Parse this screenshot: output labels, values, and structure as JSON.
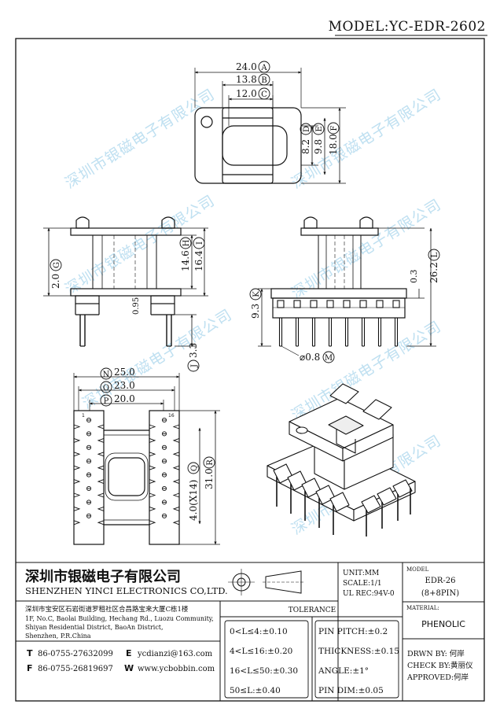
{
  "header": {
    "model": "MODEL:YC-EDR-2602"
  },
  "watermark": "深圳市银磁电子有限公司",
  "dims": {
    "top": [
      {
        "v": "24.0",
        "l": "A"
      },
      {
        "v": "13.8",
        "l": "B"
      },
      {
        "v": "12.0",
        "l": "C"
      },
      {
        "v": "8.2",
        "l": "D"
      },
      {
        "v": "9.8",
        "l": "E"
      },
      {
        "v": "18.0",
        "l": "F"
      }
    ],
    "front": [
      {
        "v": "2.0",
        "l": "G"
      },
      {
        "v": "14.6",
        "l": "H"
      },
      {
        "v": "16.4",
        "l": "I"
      },
      {
        "v": "3.3",
        "l": "J"
      },
      {
        "v": "0.95",
        "l": ""
      }
    ],
    "side": [
      {
        "v": "26.2",
        "l": "L"
      },
      {
        "v": "9.3",
        "l": "K"
      },
      {
        "v": "0.3",
        "l": ""
      },
      {
        "v": "⌀0.8",
        "l": "M"
      }
    ],
    "bottom": [
      {
        "v": "25.0",
        "l": "N"
      },
      {
        "v": "23.0",
        "l": "O"
      },
      {
        "v": "20.0",
        "l": "P"
      },
      {
        "v": "4.0(X14)",
        "l": "Q"
      },
      {
        "v": "31.0",
        "l": "R"
      }
    ],
    "pin_marks": {
      "a": "1",
      "b": "16"
    }
  },
  "company": {
    "cn_name": "深圳市银磁电子有限公司",
    "en_name": "SHENZHEN YINCI ELECTRONICS CO,LTD.",
    "addr_cn": "深圳市宝安区石岩街道罗租社区合昌路宝来大厦C栋1楼",
    "addr_en": [
      "1F, No.C, Baolai Building, Hechang Rd., Luozu Community,",
      "Shiyan Residential District, BaoAn District,",
      "Shenzhen, P.R.China"
    ],
    "tel_key": "T",
    "tel": "86-0755-27632099",
    "fax_key": "F",
    "fax": "86-0755-26819697",
    "email_key": "E",
    "email": "ycdianzi@163.com",
    "web_key": "W",
    "web": "www.ycbobbin.com"
  },
  "specs": {
    "unit": "UNIT:MM",
    "scale": "SCALE:1/1",
    "ul": "UL REC:94V-0"
  },
  "tolerance": {
    "title": "TOLERANCE",
    "left": [
      "0<L≤4:±0.10",
      "4<L≤16:±0.20",
      "16<L≤50:±0.30",
      "50≤L:±0.40"
    ],
    "right": [
      "PIN PITCH:±0.2",
      "THICKNESS:±0.15",
      "ANGLE:±1°",
      "PIN DIM:±0.05"
    ]
  },
  "model_box": {
    "label": "MODEL",
    "name": "EDR-26",
    "pins": "(8+8PIN)"
  },
  "material": {
    "label": "MATERIAL:",
    "value": "PHENOLIC"
  },
  "sign": {
    "drawn": "DRWN BY: 何岸",
    "check": "CHECK BY:黄丽仪",
    "approved": "APPROVED:何岸"
  }
}
